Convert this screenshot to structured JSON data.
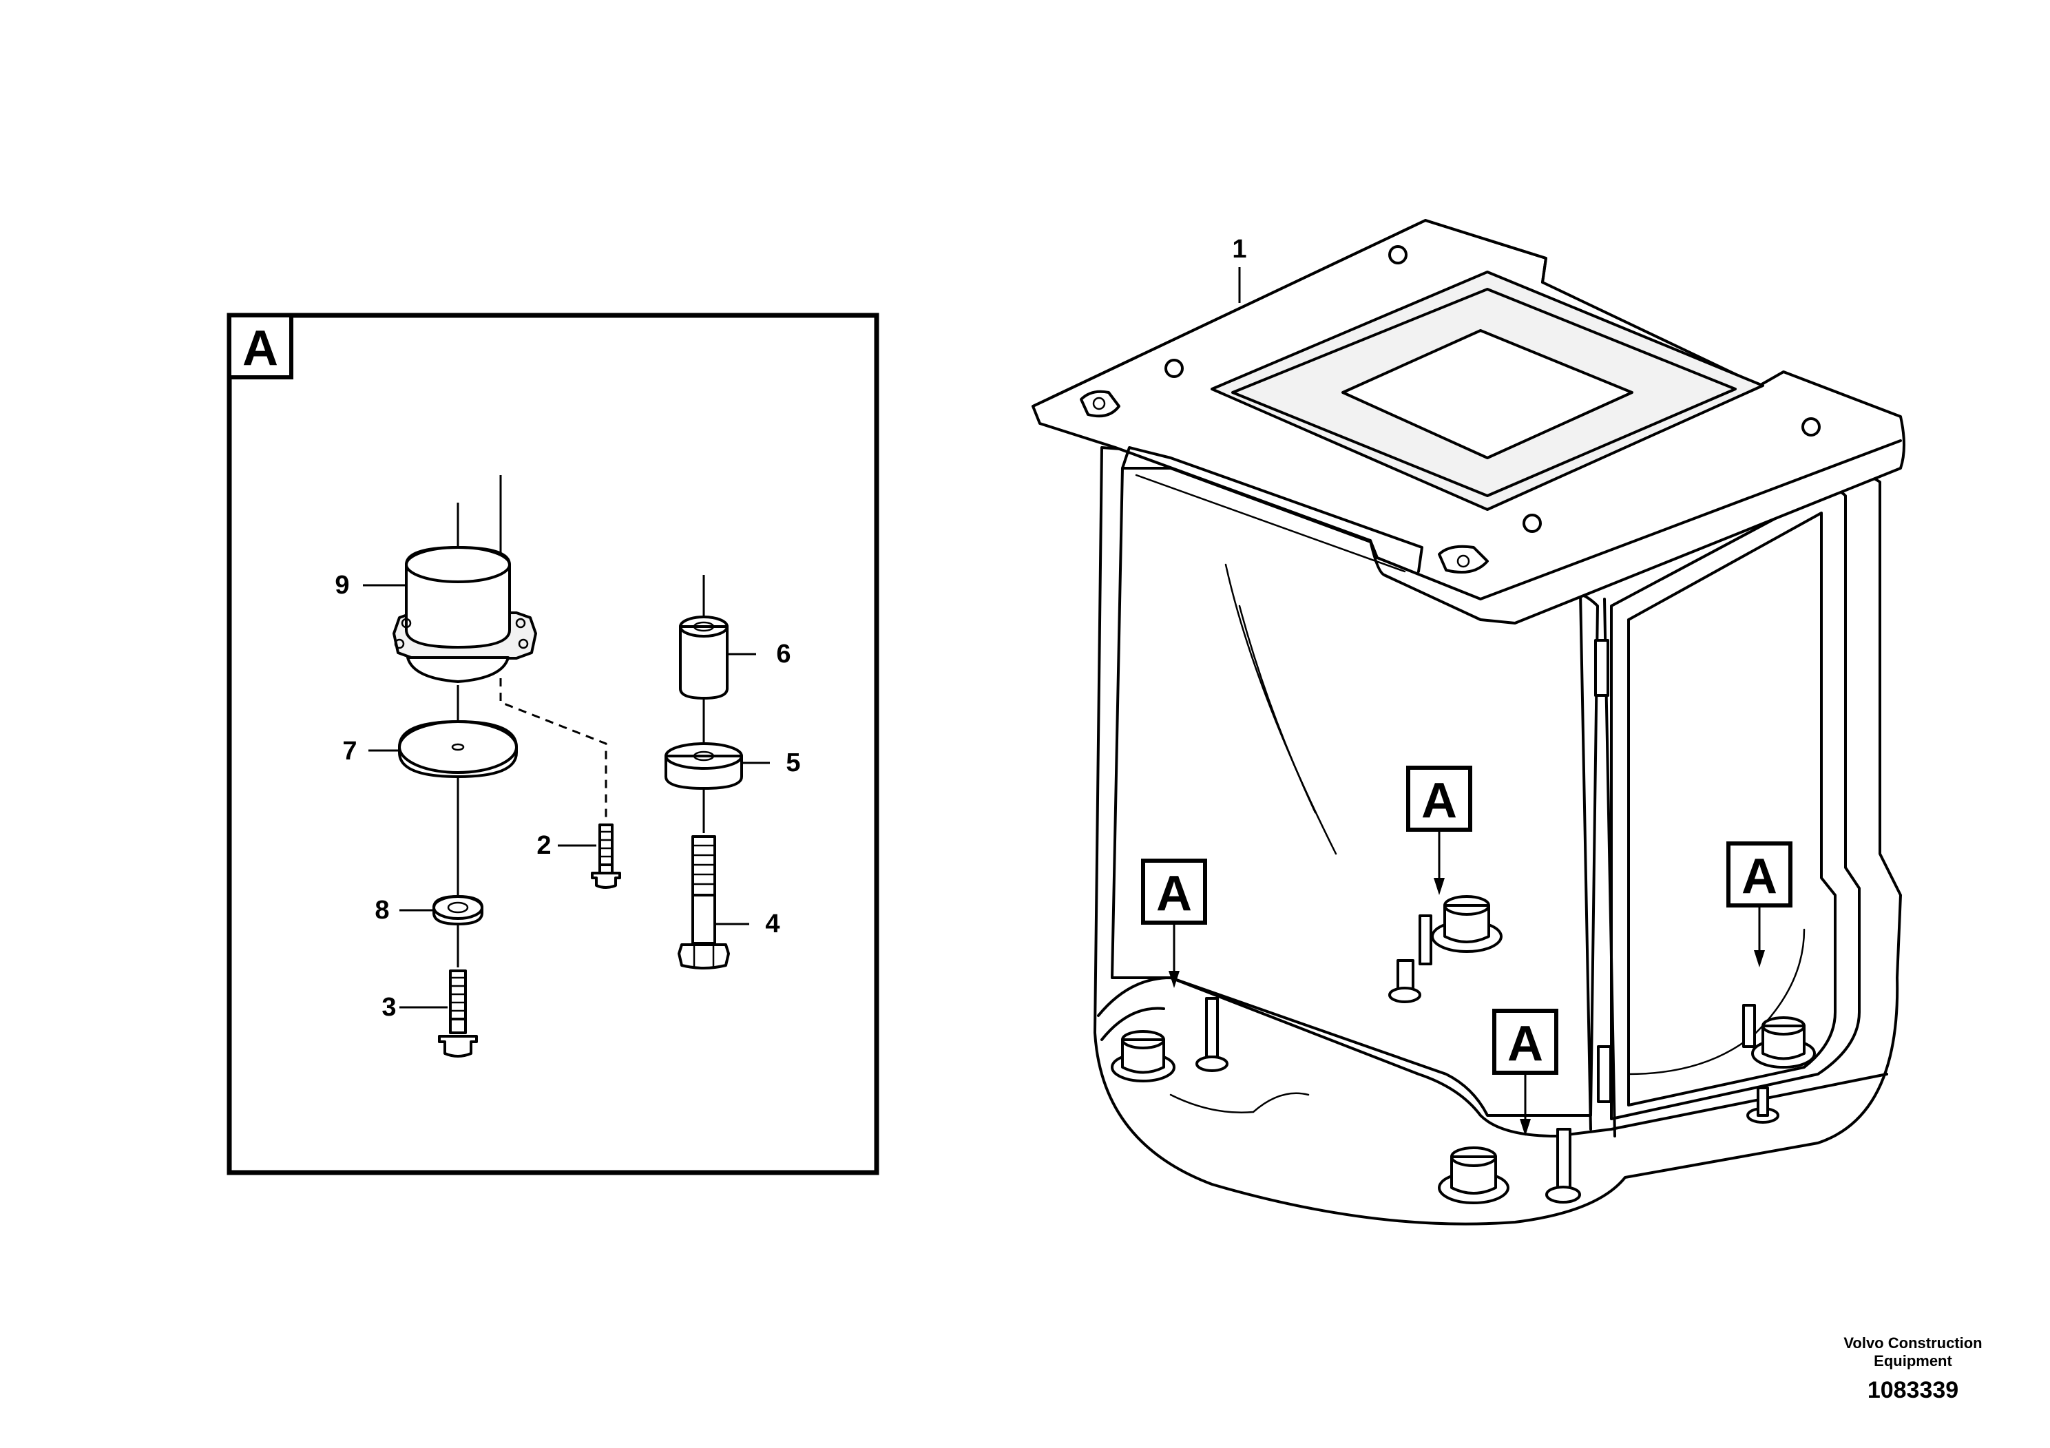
{
  "detail": {
    "label": "A",
    "parts": [
      {
        "id": "part-9",
        "number": "9"
      },
      {
        "id": "part-6",
        "number": "6"
      },
      {
        "id": "part-7",
        "number": "7"
      },
      {
        "id": "part-5",
        "number": "5"
      },
      {
        "id": "part-2",
        "number": "2"
      },
      {
        "id": "part-8",
        "number": "8"
      },
      {
        "id": "part-4",
        "number": "4"
      },
      {
        "id": "part-3",
        "number": "3"
      }
    ]
  },
  "cab": {
    "part_number": "1",
    "callouts": [
      "A",
      "A",
      "A",
      "A"
    ]
  },
  "footer": {
    "company_line1": "Volvo Construction",
    "company_line2": "Equipment",
    "drawing_number": "1083339"
  }
}
